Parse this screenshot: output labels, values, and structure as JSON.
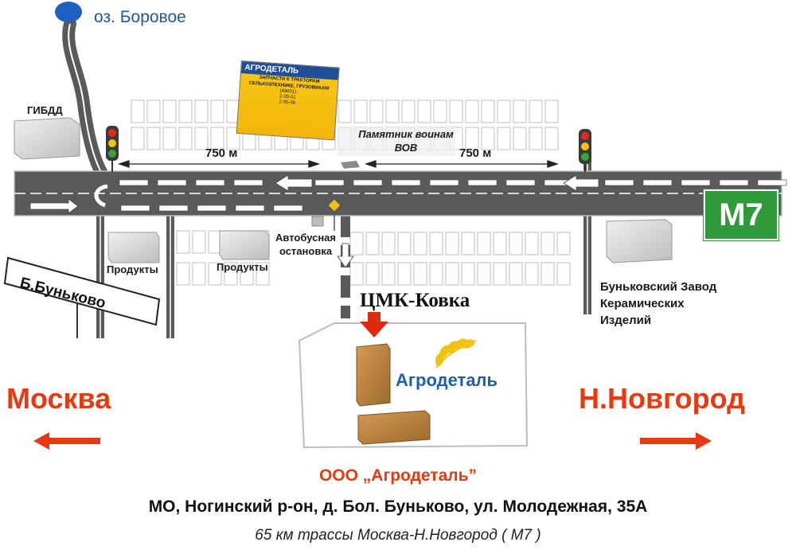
{
  "lake": {
    "label": "оз. Боровое",
    "color": "#1f5a9a"
  },
  "places": {
    "gibdd": "ГИБДД",
    "products_left": "Продукты",
    "products_right": "Продукты",
    "bus_stop": "Автобусная остановка",
    "monument": "Памятник воинам ВОВ",
    "factory": "Буньковский Завод Керамических Изделий",
    "village_sign": "Б.Буньково",
    "cmk": "ЦМК-Ковка",
    "company_building": "Агродеталь"
  },
  "distances": {
    "left": "750 м",
    "right": "750 м"
  },
  "highway": {
    "shield": "M7",
    "shield_color": "#2f9a3a"
  },
  "directions": {
    "west": "Москва",
    "east": "Н.Новгород",
    "color": "#e83a12"
  },
  "billboard": {
    "brand": "АГРОДЕТАЛЬ",
    "line1": "ЗАПЧАСТИ К ТРАКТОРАМ",
    "line2": "СЕЛЬХОЗТЕХНИКЕ, ГРУЗОВИКАМ",
    "phone_code": "(49651)",
    "phone1": "2-05-01",
    "phone2": "2-05-06"
  },
  "footer": {
    "org": "ООО „Агродеталь”",
    "address": "МО, Ногинский р-он, д. Бол. Буньково, ул. Молодежная, 35А",
    "route": "65 км трассы Москва-Н.Новгород ( М7 )"
  },
  "colors": {
    "road": "#5a5a5a",
    "building": "#d6d6d6",
    "warehouse": "#b8823f",
    "arrow_red": "#e02a10"
  },
  "icons": [
    "lake-icon",
    "traffic-light-icon",
    "road-sign-icon",
    "wheat-logo-icon",
    "direction-arrow-icon"
  ]
}
